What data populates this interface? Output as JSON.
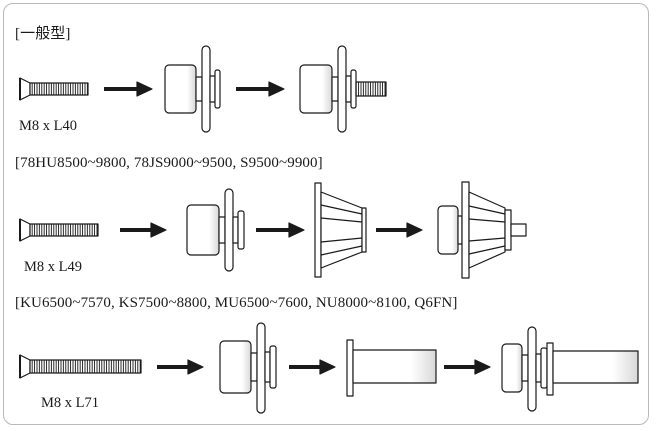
{
  "sections": [
    {
      "caption": "[一般型]",
      "screw_label": "M8 x L40"
    },
    {
      "caption": "[78HU8500~9800, 78JS9000~9500, S9500~9900]",
      "screw_label": "M8 x L49"
    },
    {
      "caption": "[KU6500~7570, KS7500~8800, MU6500~7600, NU8000~8100, Q6FN]",
      "screw_label": "M8 x L71"
    }
  ]
}
